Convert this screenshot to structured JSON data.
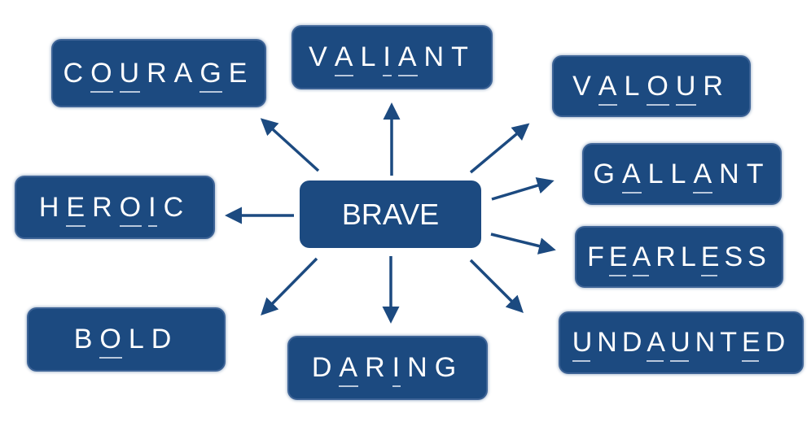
{
  "diagram": {
    "center": {
      "label": "BRAVE"
    },
    "colors": {
      "box_fill": "#1c4a80",
      "arrow": "#1c4a80",
      "text": "#ffffff",
      "background": "#ffffff"
    },
    "synonyms": [
      {
        "word": "COURAGE",
        "underlined_indices": [
          1,
          2,
          5
        ]
      },
      {
        "word": "VALIANT",
        "underlined_indices": [
          1,
          3,
          4
        ]
      },
      {
        "word": "VALOUR",
        "underlined_indices": [
          1,
          3,
          4
        ]
      },
      {
        "word": "GALLANT",
        "underlined_indices": [
          1,
          4
        ]
      },
      {
        "word": "FEARLESS",
        "underlined_indices": [
          1,
          2,
          5
        ]
      },
      {
        "word": "UNDAUNTED",
        "underlined_indices": [
          0,
          3,
          4,
          7
        ]
      },
      {
        "word": "DARING",
        "underlined_indices": [
          1,
          3
        ]
      },
      {
        "word": "BOLD",
        "underlined_indices": [
          1
        ]
      },
      {
        "word": "HEROIC",
        "underlined_indices": [
          1,
          3,
          4
        ]
      }
    ]
  }
}
